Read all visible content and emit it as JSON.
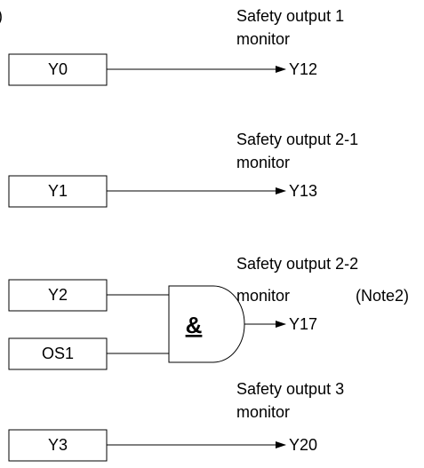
{
  "corner_mark": ")",
  "circuits": [
    {
      "input": "Y0",
      "monitor_line1": "Safety output 1",
      "monitor_line2": "monitor",
      "output": "Y12"
    },
    {
      "input": "Y1",
      "monitor_line1": "Safety output 2-1",
      "monitor_line2": "monitor",
      "output": "Y13"
    },
    {
      "inputs": [
        "Y2",
        "OS1"
      ],
      "gate_symbol": "&",
      "monitor_line1": "Safety output 2-2",
      "monitor_line2": "monitor",
      "note": "(Note2)",
      "output": "Y17"
    },
    {
      "input": "Y3",
      "monitor_line1": "Safety output 3",
      "monitor_line2": "monitor",
      "output": "Y20"
    }
  ]
}
